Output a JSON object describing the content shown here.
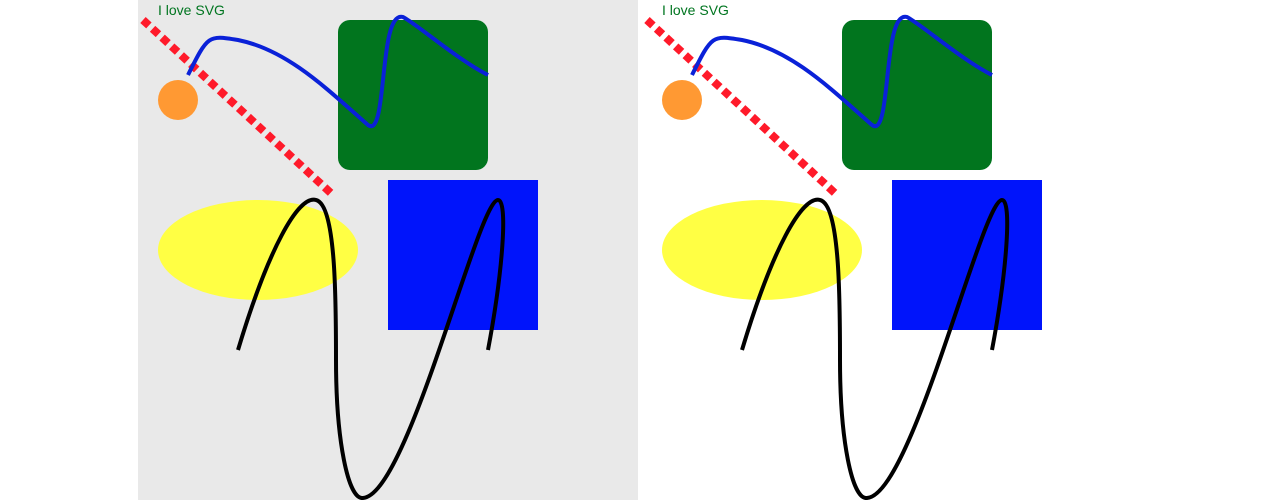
{
  "caption": "I love SVG",
  "colors": {
    "left_background": "#e9e9e9",
    "right_background": "#ffffff",
    "caption": "#007520",
    "green_rect": "#01751e",
    "blue_rect": "#0014fb",
    "yellow_ellipse": "#ffff44",
    "orange_circle": "#ff9933",
    "red_dashed_line": "#ff1a2a",
    "blue_curve": "#0a21d8",
    "black_curve": "#000000"
  },
  "panels": [
    {
      "id": "left",
      "background_name": "gray"
    },
    {
      "id": "right",
      "background_name": "white"
    }
  ]
}
